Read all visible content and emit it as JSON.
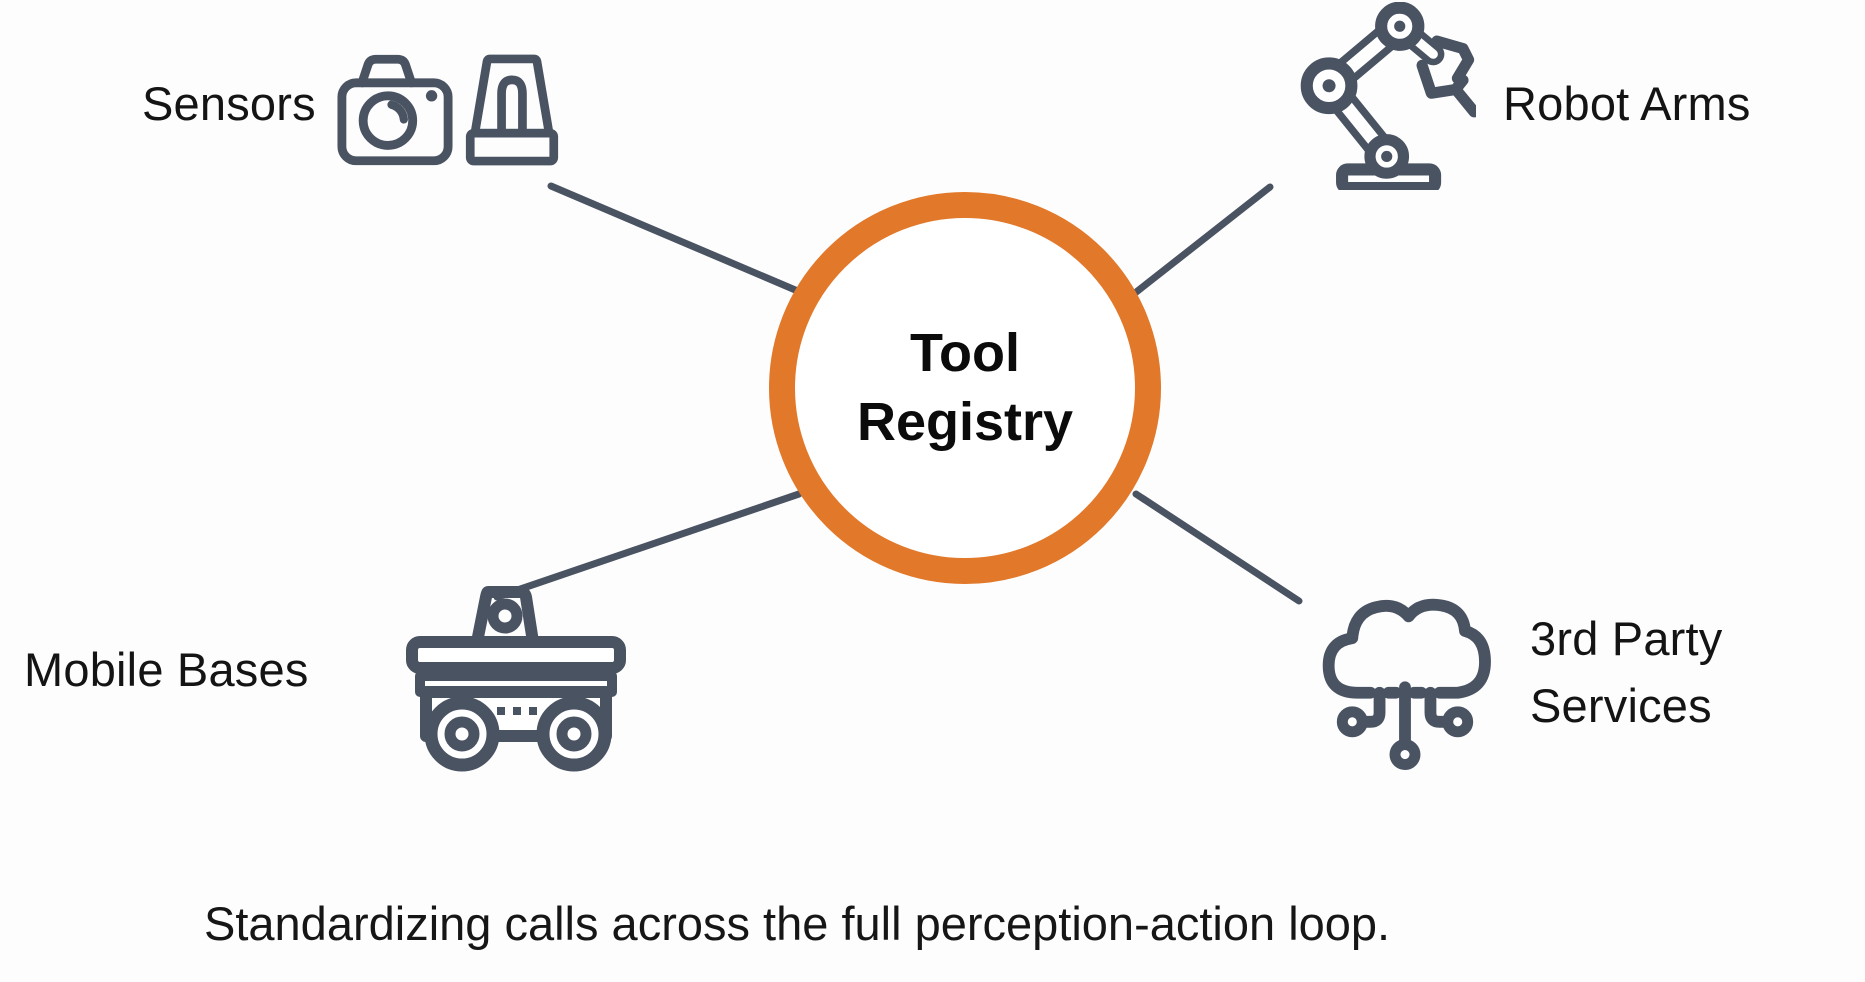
{
  "colors": {
    "accent_orange": "#e2782a",
    "line_and_icon_slate": "#4a5362",
    "text": "#141414",
    "background": "#fdfdfd"
  },
  "center_node": {
    "label": "Tool Registry"
  },
  "nodes": [
    {
      "label": "Sensors",
      "position": "top-left",
      "icons": [
        "camera-icon",
        "lidar-beacon-icon"
      ]
    },
    {
      "label": "Robot Arms",
      "position": "top-right",
      "icons": [
        "robot-arm-icon"
      ]
    },
    {
      "label": "Mobile Bases",
      "position": "bottom-left",
      "icons": [
        "mobile-robot-base-icon"
      ]
    },
    {
      "label": "3rd Party Services",
      "position": "bottom-right",
      "icons": [
        "cloud-circuit-icon"
      ]
    }
  ],
  "caption": "Standardizing calls across the full perception-action loop."
}
